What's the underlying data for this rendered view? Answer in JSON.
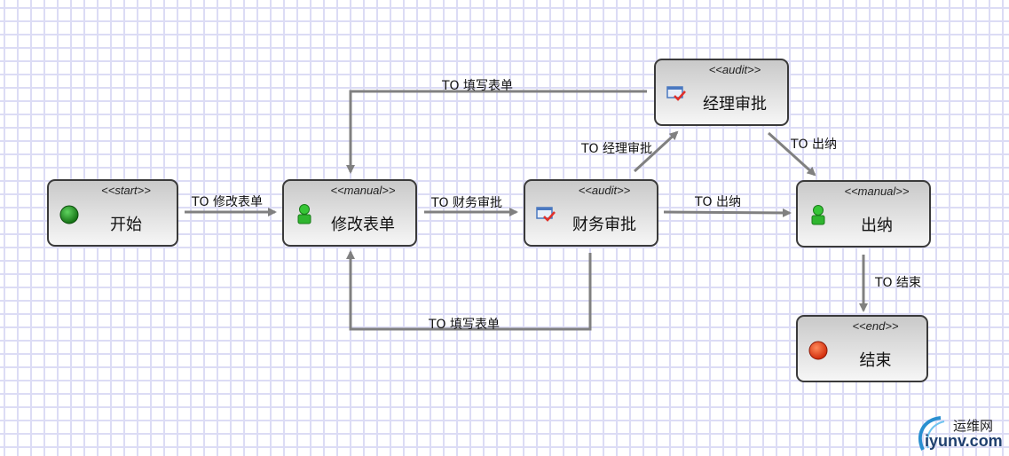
{
  "diagram": {
    "type": "workflow",
    "nodes": [
      {
        "id": "start",
        "stereotype": "<<start>>",
        "label": "开始",
        "icon": "green-circle-icon"
      },
      {
        "id": "modify",
        "stereotype": "<<manual>>",
        "label": "修改表单",
        "icon": "user-icon"
      },
      {
        "id": "finance",
        "stereotype": "<<audit>>",
        "label": "财务审批",
        "icon": "audit-check-icon"
      },
      {
        "id": "manager",
        "stereotype": "<<audit>>",
        "label": "经理审批",
        "icon": "audit-check-icon"
      },
      {
        "id": "cashier",
        "stereotype": "<<manual>>",
        "label": "出纳",
        "icon": "user-icon"
      },
      {
        "id": "end",
        "stereotype": "<<end>>",
        "label": "结束",
        "icon": "red-circle-icon"
      }
    ],
    "edges": [
      {
        "from": "start",
        "to": "modify",
        "label": "TO 修改表单"
      },
      {
        "from": "modify",
        "to": "finance",
        "label": "TO 财务审批"
      },
      {
        "from": "manager",
        "to": "modify",
        "label": "TO 填写表单"
      },
      {
        "from": "finance",
        "to": "manager",
        "label": "TO 经理审批"
      },
      {
        "from": "manager",
        "to": "cashier",
        "label": "TO 出纳"
      },
      {
        "from": "finance",
        "to": "cashier",
        "label": "TO 出纳"
      },
      {
        "from": "finance",
        "to": "modify",
        "label": "TO 填写表单"
      },
      {
        "from": "cashier",
        "to": "end",
        "label": "TO 结束"
      }
    ]
  },
  "watermark": {
    "cn": "运维网",
    "en": "iyunv.com"
  },
  "colors": {
    "edge": "#808080",
    "grid": "#dcdcf5",
    "node_border": "#3a3a3a",
    "start": "#1e8a1e",
    "end": "#e8401c",
    "user": "#2fb52f"
  }
}
